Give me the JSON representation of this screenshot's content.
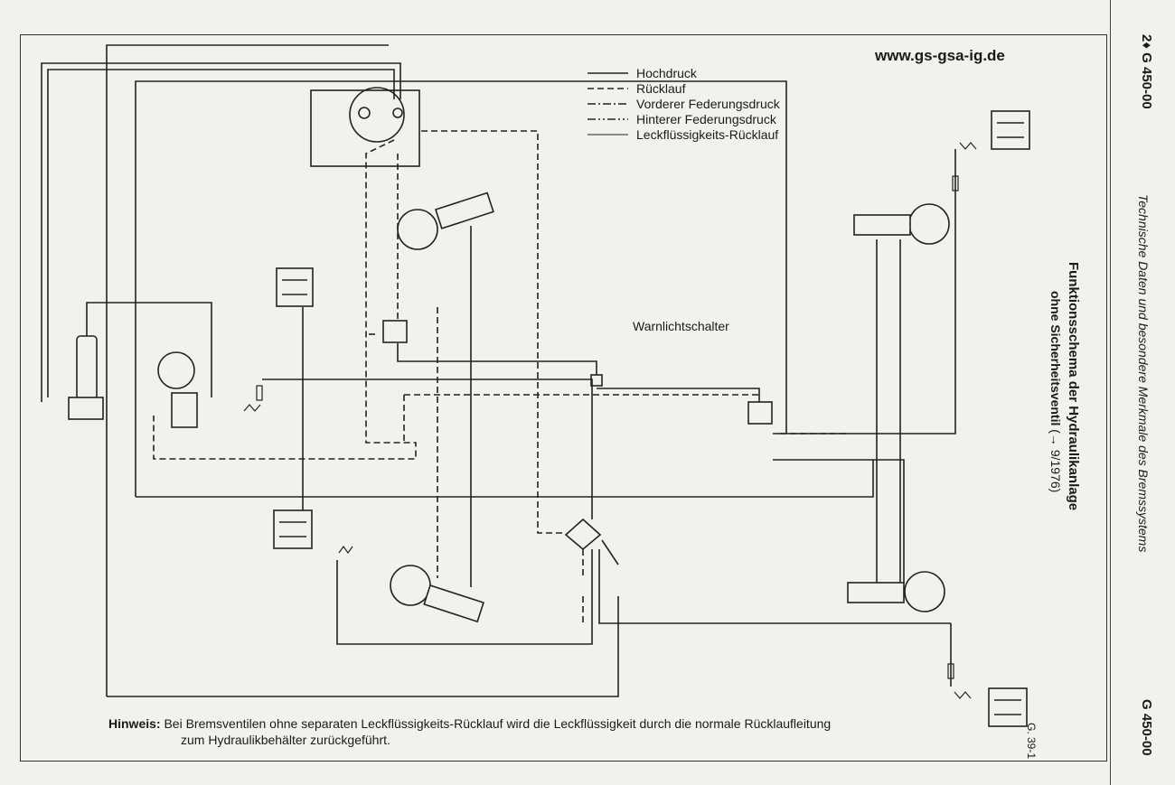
{
  "header": {
    "url": "www.gs-gsa-ig.de"
  },
  "legend": {
    "items": [
      {
        "label": "Hochdruck",
        "style": "solid"
      },
      {
        "label": "Rücklauf",
        "style": "dashed"
      },
      {
        "label": "Vorderer Federungsdruck",
        "style": "dash-dot"
      },
      {
        "label": "Hinterer Federungsdruck",
        "style": "dash-dot-dot"
      },
      {
        "label": "Leckflüssigkeits-Rücklauf",
        "style": "solid"
      }
    ]
  },
  "labels": {
    "warnlicht": "Warnlichtschalter"
  },
  "note": {
    "prefix": "Hinweis:",
    "line1": "Bei Bremsventilen ohne separaten Leckflüssigkeits-Rücklauf wird die Leckflüssigkeit durch die normale Rücklaufleitung",
    "line2": "zum Hydraulikbehälter zurückgeführt."
  },
  "figure_ref": "G. 39-1",
  "title": {
    "line1": "Funktionsschema der Hydraulikanlage",
    "line2_prefix": "ohne Sicherheitsventil",
    "line2_suffix": " (→ 9/1976)"
  },
  "side": {
    "top": "2♦ G 450-00",
    "italic": "Technische Daten und besondere Merkmale des Bremssystems",
    "bottom": "G 450-00"
  }
}
